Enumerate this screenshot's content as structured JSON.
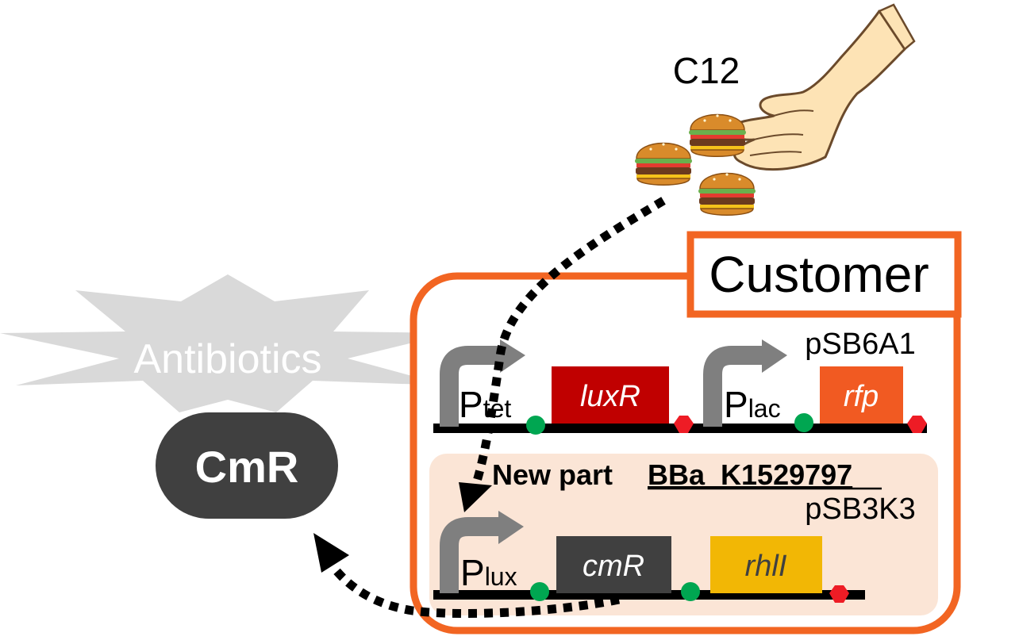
{
  "c12_label": "C12",
  "customer": {
    "title": "Customer",
    "plasmid1": "pSB6A1",
    "plasmid2": "pSB3K3",
    "new_part_prefix": "New part",
    "new_part_id": "BBa_K1529797"
  },
  "construct1": {
    "promoter1": {
      "main": "P",
      "sub": "tet"
    },
    "gene1": "luxR",
    "promoter2": {
      "main": "P",
      "sub": "lac"
    },
    "gene2": "rfp"
  },
  "construct2": {
    "promoter": {
      "main": "P",
      "sub": "lux"
    },
    "gene1": "cmR",
    "gene2": "rhlI"
  },
  "antibiotics_label": "Antibiotics",
  "resistance_label": "CmR",
  "colors": {
    "customer_border": "#f26522",
    "new_part_box": "#fbe5d6",
    "luxR": "#c00000",
    "rfp": "#f15a22",
    "cmR": "#404040",
    "rhlI": "#f2b705",
    "rbs": "#00a651",
    "terminator": "#ee1c25",
    "promoter_arrow": "#7f7f7f",
    "starburst": "#d9d9d9",
    "cmr_pill": "#404040"
  },
  "icons": [
    "hand-icon",
    "burger-icon",
    "promoter-arrow-icon",
    "rbs-icon",
    "terminator-icon"
  ]
}
